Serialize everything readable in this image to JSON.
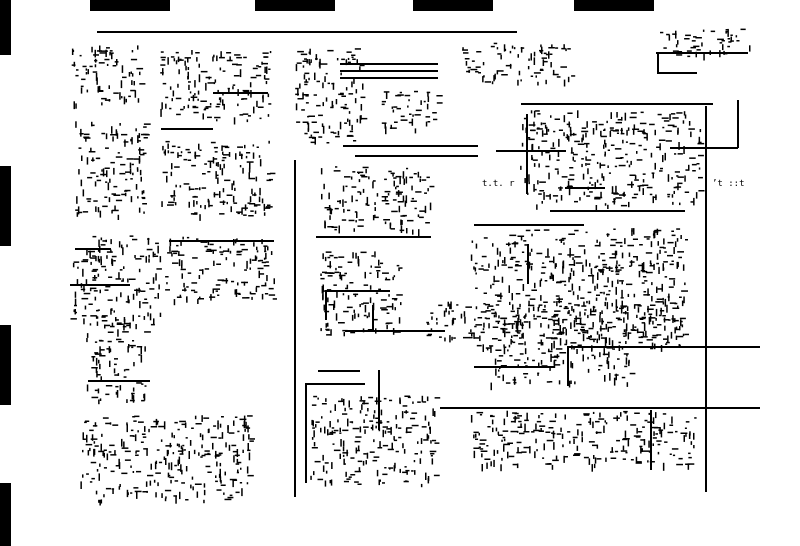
{
  "sheet": {
    "background": "#ffffff",
    "ink": "#000000"
  },
  "labels": {
    "block_left": "t.t. r",
    "block_right": "’t ::t"
  },
  "icons": {
    "registration_tabs": "filled-rectangle",
    "margin_markers": "filled-rectangle"
  }
}
